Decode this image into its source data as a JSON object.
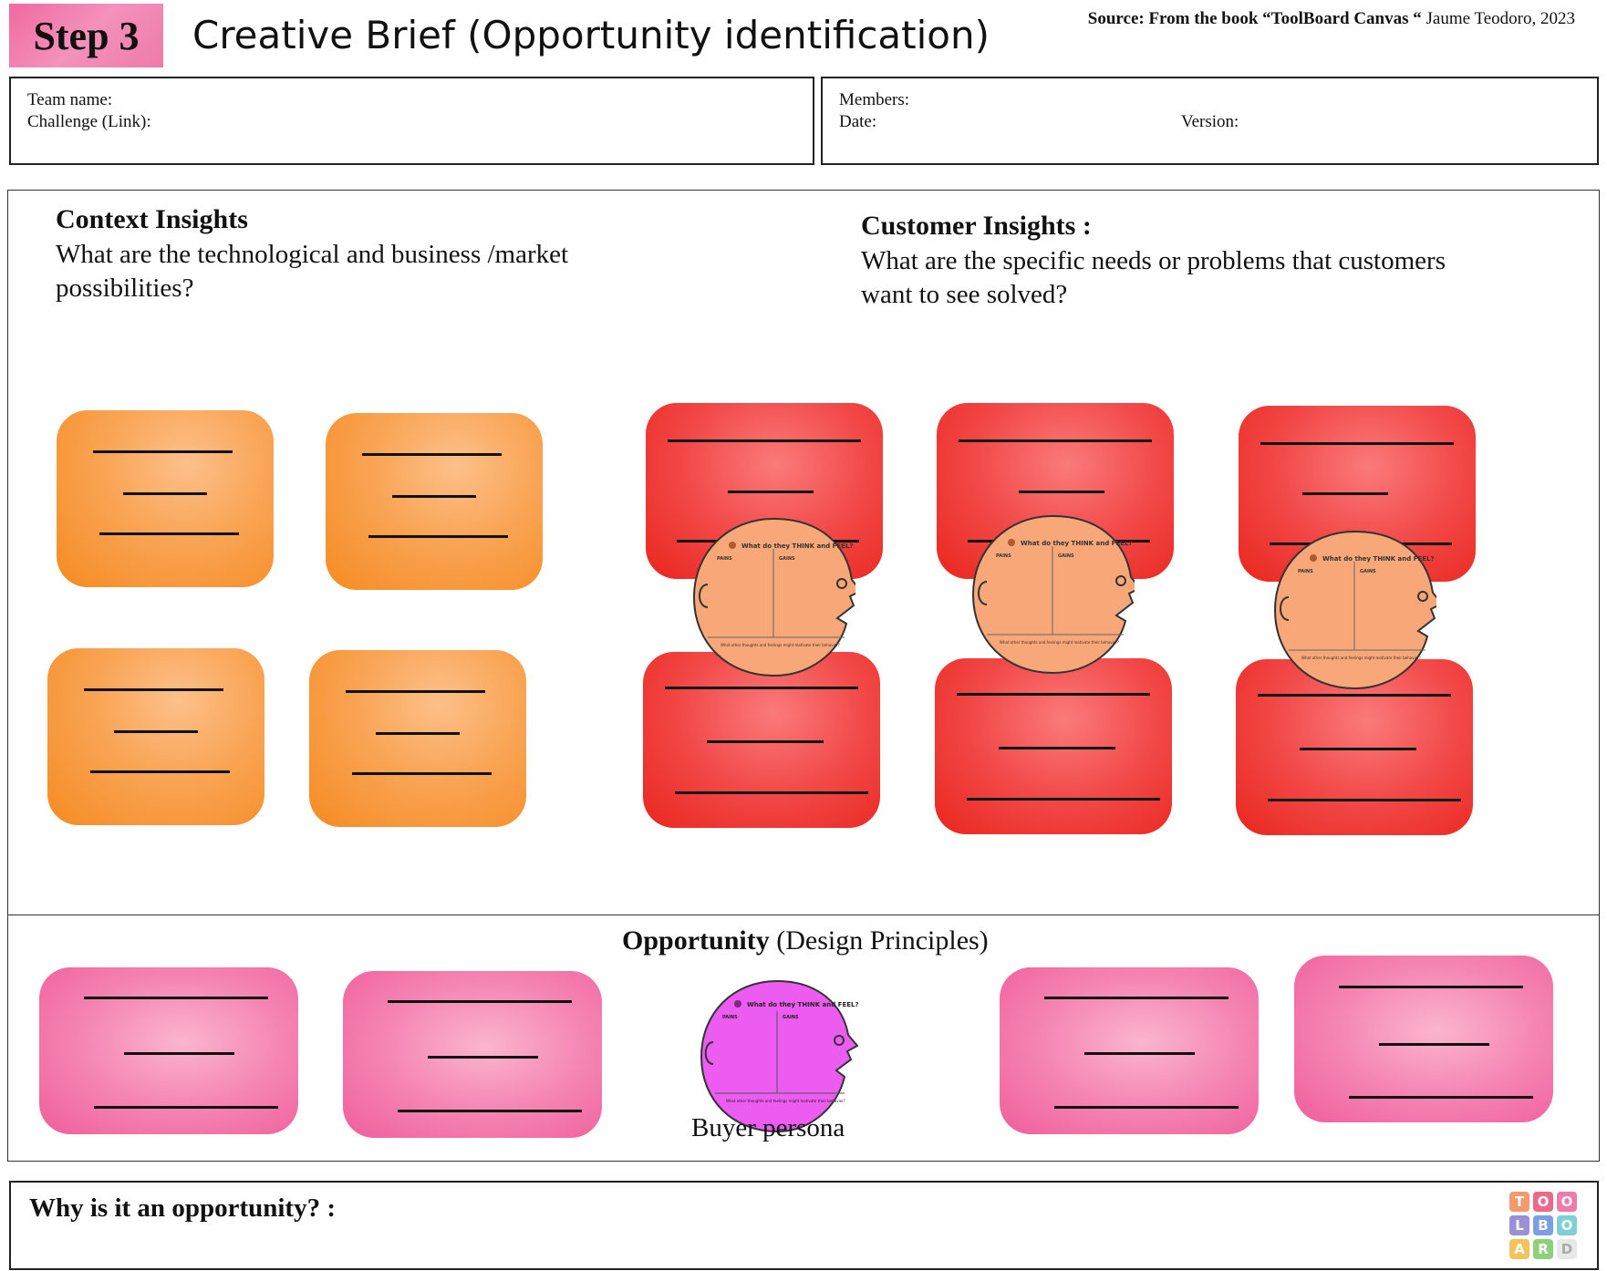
{
  "header": {
    "step_label": "Step 3",
    "title": "Creative Brief (Opportunity identification)",
    "source_prefix": "Source:  From the book “ToolBoard Canvas “",
    "source_author": " Jaume Teodoro, 2023"
  },
  "info_left": {
    "team_name_label": "Team name:",
    "challenge_label": "Challenge (Link):"
  },
  "info_right": {
    "members_label": "Members:",
    "date_label": "Date:",
    "version_label": "Version:"
  },
  "context": {
    "title": "Context Insights",
    "question": "What are the technological and business /market possibilities?"
  },
  "customer": {
    "title": "Customer Insights :",
    "question": "What are the specific needs or problems that customers want to see solved?"
  },
  "opportunity": {
    "title_bold": "Opportunity",
    "title_rest": " (Design Principles)",
    "buyer_persona_label": "Buyer persona"
  },
  "why": {
    "label": "Why is it an opportunity? :"
  },
  "persona_card": {
    "title": "What do they THINK and FEEL?",
    "left_heading": "PAINS",
    "right_heading": "GAINS",
    "bottom_text": "What other thoughts and feelings might motivate their behavior?"
  },
  "logo": {
    "rows": [
      [
        "T",
        "O",
        "O"
      ],
      [
        "L",
        "B",
        "O"
      ],
      [
        "A",
        "R",
        "D"
      ]
    ],
    "colors": [
      [
        "#f29a6b",
        "#e96a8a",
        "#f07aa8"
      ],
      [
        "#9b8fd6",
        "#7b9fe0",
        "#7fcfd8"
      ],
      [
        "#f2c45a",
        "#8fd07a",
        "#e8e8e8"
      ]
    ]
  },
  "colors": {
    "context_cards": "#f58b22",
    "customer_cards": "#e9261d",
    "opportunity_cards": "#ef5e9b",
    "head_fill": "#f8a878",
    "buyer_head_fill": "#ec5cf0"
  }
}
